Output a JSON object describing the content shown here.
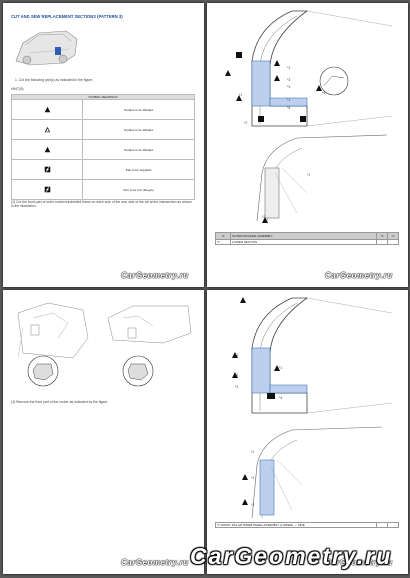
{
  "page1": {
    "heading": "CUT AND SEW REPLACEMENT SECTIONS (PATTERN 3)",
    "step1": "1. Cut the following part(s) as indicated in the figure.",
    "hint": "HINT(S):",
    "table_header": "SYMBOL MEANINGS",
    "symbols": [
      {
        "icon": "triangle-icon",
        "label": "Surface to be Welded"
      },
      {
        "icon": "triangle-icon",
        "label": "Surface to be Welded"
      },
      {
        "icon": "triangle-icon",
        "label": "Surface to be Welded"
      },
      {
        "icon": "cut-icon",
        "label": "Part to be Supplied"
      },
      {
        "icon": "cut-icon",
        "label": "Part to be Cut (Rough)"
      }
    ],
    "note": "(2) Cut the front part of outer rocker/windshield frame on each side of the rear side of the sill at the intersection as shown in the illustration.",
    "watermark": "CarGeometry.ru"
  },
  "page2": {
    "labels": [
      "*4",
      "*1",
      "*2",
      "*3",
      "*3",
      "*2",
      "*1",
      "*5",
      "*6"
    ],
    "lower_labels": [
      "*1",
      "*2"
    ],
    "table": {
      "headers": [
        "*a",
        "OUTER ROCKER ASSEMBLY",
        "*b",
        "*c"
      ],
      "row": [
        "*1",
        "LOWER SECTION",
        "",
        ""
      ]
    },
    "watermark": "CarGeometry.ru"
  },
  "page3": {
    "note": "(3) Remove the front part of the rocker as indicated by the figure.",
    "watermark": "CarGeometry.ru"
  },
  "page4": {
    "labels": [
      "*1",
      "*2",
      "*3",
      "*1",
      "*4"
    ],
    "lower_labels": [
      "*1",
      "*2",
      "*3"
    ],
    "footer_row": "*1  FRONT PILLAR INNER PANEL ASSEMBLY (LOWER) — SIDE",
    "watermark": "CarGeometry.ru"
  },
  "footer_watermark": "CarGeometry.ru"
}
